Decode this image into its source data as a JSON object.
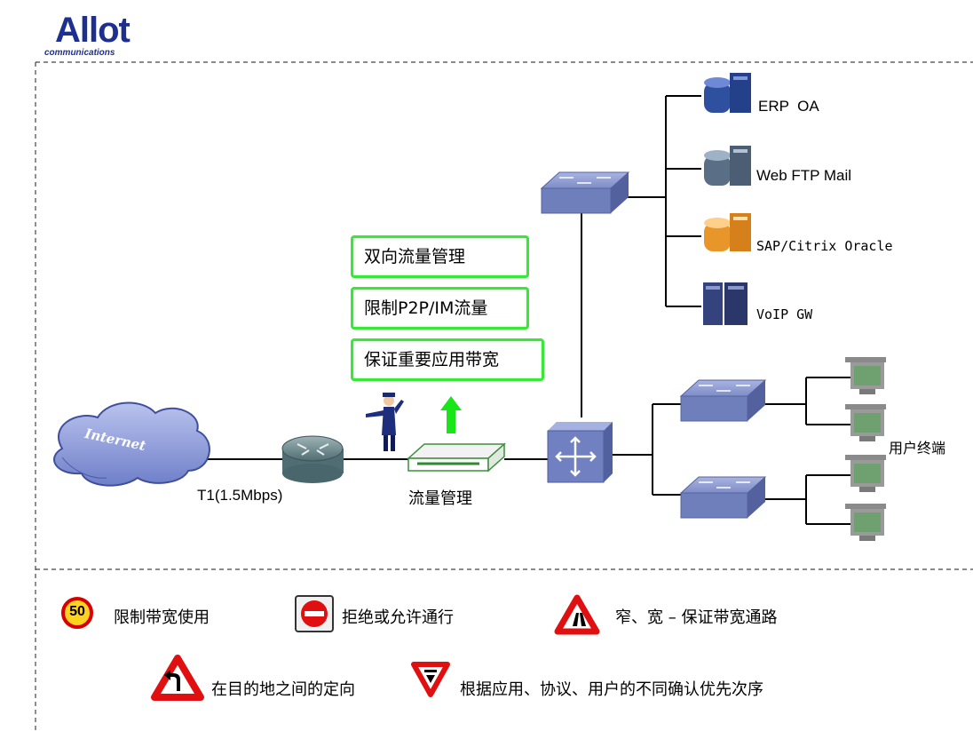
{
  "logo": {
    "name": "Allot",
    "subtitle": "communications"
  },
  "network": {
    "internet_label": "Internet",
    "wan_link_label": "T1(1.5Mbps)",
    "device_label": "流量管理",
    "features": [
      "双向流量管理",
      "限制P2P/IM流量",
      "保证重要应用带宽"
    ],
    "servers": [
      {
        "label": "ERP  OA",
        "color": "#2f4f9f"
      },
      {
        "label": "Web FTP Mail",
        "color": "#5a6f86"
      },
      {
        "label": "SAP/Citrix Oracle",
        "color": "#e8952a"
      },
      {
        "label": "VoIP GW",
        "color": "#34427e"
      }
    ],
    "user_label": "用户终端"
  },
  "legend": {
    "speed_limit": {
      "sign": "50",
      "label": "限制带宽使用"
    },
    "no_entry": {
      "label": "拒绝或允许通行"
    },
    "narrow_road": {
      "label": "窄、宽 – 保证带宽通路"
    },
    "turn": {
      "label": "在目的地之间的定向"
    },
    "yield": {
      "label": "根据应用、协议、用户的不同确认优先次序"
    }
  },
  "colors": {
    "switch_blue": "#6e7fbd",
    "green_box": "#39e639",
    "dashed_line": "#444444",
    "sign_red": "#e01010"
  }
}
